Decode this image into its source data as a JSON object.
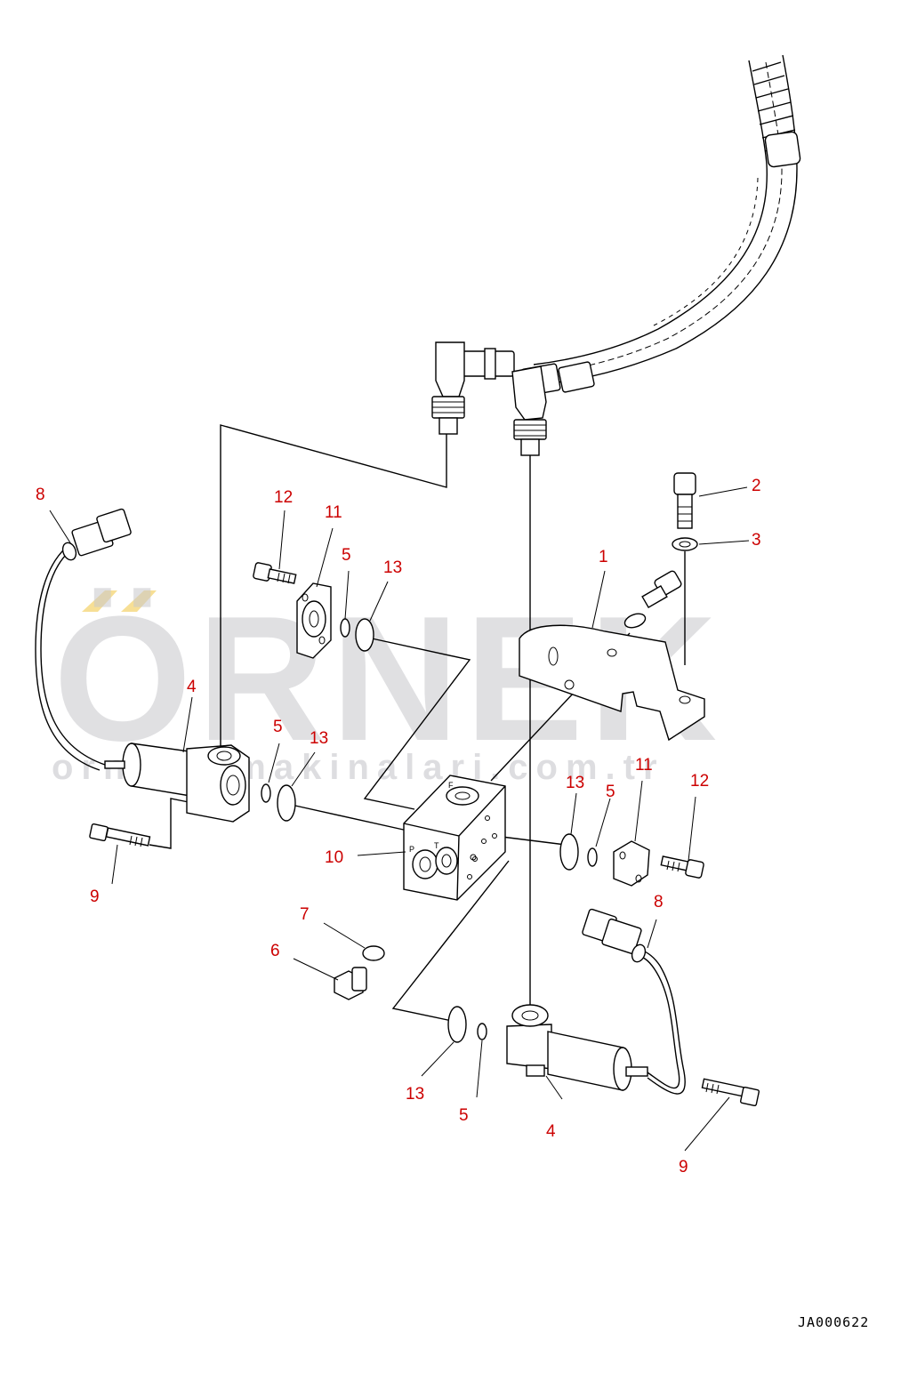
{
  "diagram": {
    "doc_id": "JA000622",
    "watermark": {
      "brand": "ÖRNEK",
      "url": "ornekismakinalari.com.tr"
    },
    "callouts": [
      {
        "id": "c-1",
        "label": "1"
      },
      {
        "id": "c-2",
        "label": "2"
      },
      {
        "id": "c-3",
        "label": "3"
      },
      {
        "id": "c-4a",
        "label": "4"
      },
      {
        "id": "c-4b",
        "label": "4"
      },
      {
        "id": "c-5a",
        "label": "5"
      },
      {
        "id": "c-5b",
        "label": "5"
      },
      {
        "id": "c-5c",
        "label": "5"
      },
      {
        "id": "c-5d",
        "label": "5"
      },
      {
        "id": "c-6",
        "label": "6"
      },
      {
        "id": "c-7",
        "label": "7"
      },
      {
        "id": "c-8a",
        "label": "8"
      },
      {
        "id": "c-8b",
        "label": "8"
      },
      {
        "id": "c-9a",
        "label": "9"
      },
      {
        "id": "c-9b",
        "label": "9"
      },
      {
        "id": "c-10",
        "label": "10"
      },
      {
        "id": "c-11a",
        "label": "11"
      },
      {
        "id": "c-11b",
        "label": "11"
      },
      {
        "id": "c-12a",
        "label": "12"
      },
      {
        "id": "c-12b",
        "label": "12"
      },
      {
        "id": "c-13a",
        "label": "13"
      },
      {
        "id": "c-13b",
        "label": "13"
      },
      {
        "id": "c-13c",
        "label": "13"
      },
      {
        "id": "c-13d",
        "label": "13"
      }
    ],
    "block_port_labels": {
      "top": "F",
      "left": "P",
      "right": "T"
    },
    "colors": {
      "callout": "#cc0000",
      "lines": "#000000",
      "watermark": "#c8c8cc",
      "watermark_accent": "#f5d77a"
    }
  }
}
